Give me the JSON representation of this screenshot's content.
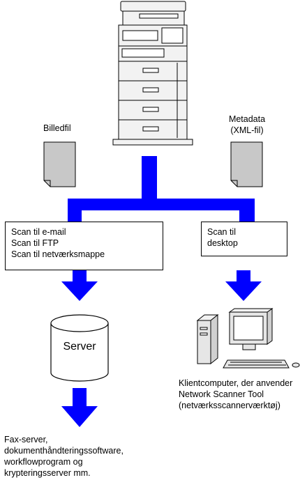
{
  "labels": {
    "image_file": "Billedfil",
    "metadata_line1": "Metadata",
    "metadata_line2": "(XML-fil)",
    "server": "Server"
  },
  "left_box": {
    "lines": [
      "Scan til e-mail",
      "Scan til FTP",
      "Scan til netværksmappe"
    ]
  },
  "right_box": {
    "lines": [
      "Scan til",
      "desktop"
    ]
  },
  "client_caption": {
    "lines": [
      "Klientcomputer, der anvender",
      "Network Scanner Tool",
      "(netværksscannerværktøj)"
    ]
  },
  "bottom_caption": {
    "lines": [
      "Fax-server,",
      "dokumenthåndteringssoftware,",
      "workflowprogram og",
      "krypteringsserver mm."
    ]
  },
  "colors": {
    "flow_blue": "#0000ff",
    "doc_gray": "#c8c8c8",
    "device_gray": "#e6e6e6"
  }
}
